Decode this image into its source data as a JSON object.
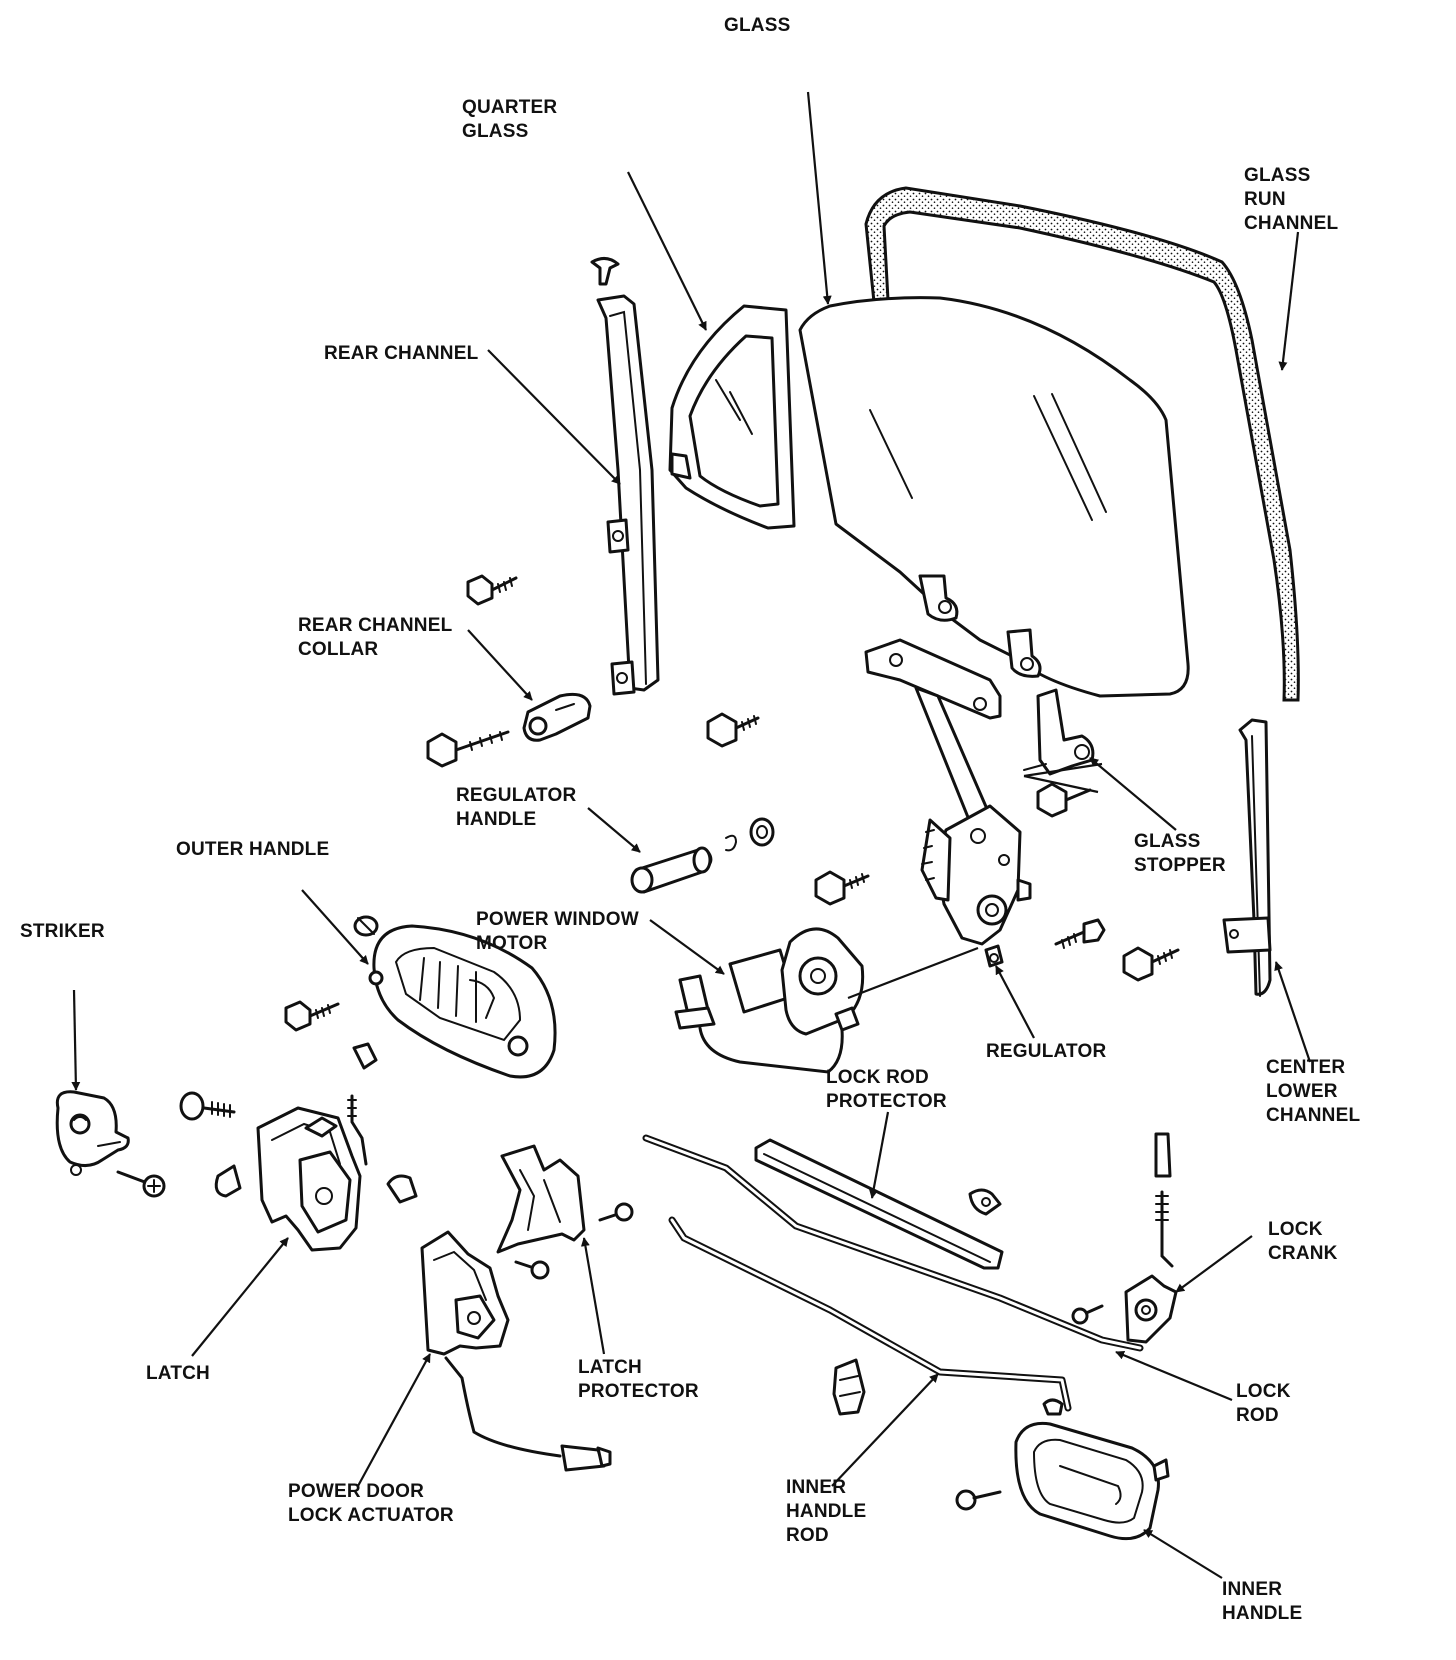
{
  "labels": {
    "glass": "GLASS",
    "quarter_glass": "QUARTER\nGLASS",
    "glass_run_channel": "GLASS\nRUN\nCHANNEL",
    "rear_channel": "REAR CHANNEL",
    "rear_channel_collar": "REAR CHANNEL\nCOLLAR",
    "regulator_handle": "REGULATOR\nHANDLE",
    "glass_stopper": "GLASS\nSTOPPER",
    "outer_handle": "OUTER HANDLE",
    "striker": "STRIKER",
    "power_window_motor": "POWER WINDOW\nMOTOR",
    "regulator": "REGULATOR",
    "center_lower_channel": "CENTER\nLOWER\nCHANNEL",
    "lock_rod_protector": "LOCK ROD\nPROTECTOR",
    "lock_crank": "LOCK\nCRANK",
    "latch": "LATCH",
    "latch_protector": "LATCH\nPROTECTOR",
    "lock_rod": "LOCK\nROD",
    "power_door_lock_actuator": "POWER DOOR\nLOCK ACTUATOR",
    "inner_handle_rod": "INNER\nHANDLE\nROD",
    "inner_handle": "INNER\nHANDLE"
  }
}
